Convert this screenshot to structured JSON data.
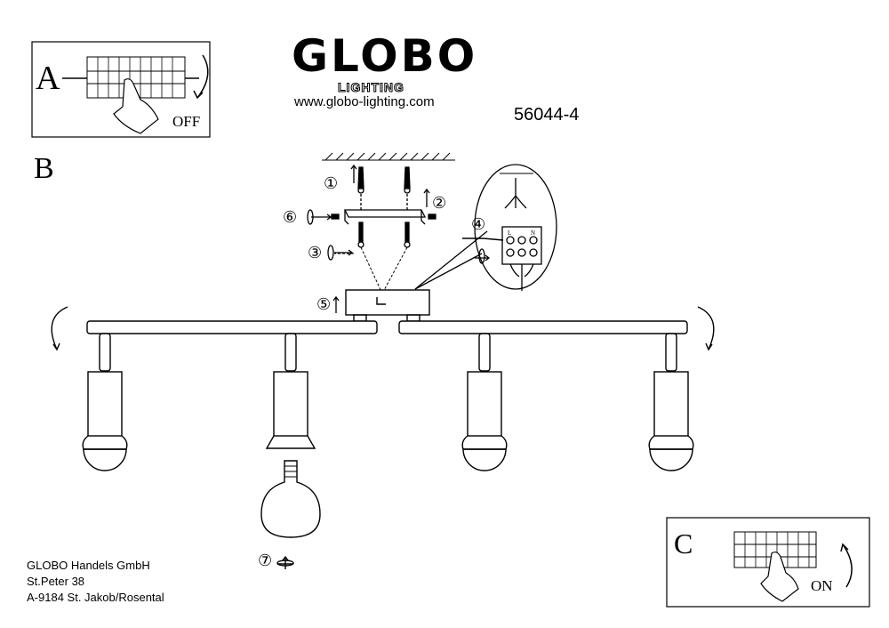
{
  "brand": {
    "name": "GLOBO",
    "sub": "LIGHTING",
    "url": "www.globo-lighting.com"
  },
  "model": "56044-4",
  "steps": {
    "a": {
      "letter": "A",
      "label": "OFF"
    },
    "b": {
      "letter": "B"
    },
    "c": {
      "letter": "C",
      "label": "ON"
    }
  },
  "callouts": [
    "①",
    "②",
    "③",
    "④",
    "⑤",
    "⑥",
    "⑦"
  ],
  "terminal": {
    "l": "L",
    "n": "N"
  },
  "address": [
    "GLOBO Handels GmbH",
    "St.Peter 38",
    "A-9184 St. Jakob/Rosental"
  ]
}
